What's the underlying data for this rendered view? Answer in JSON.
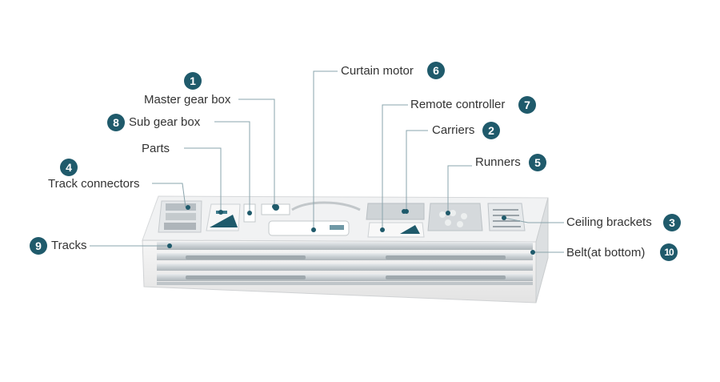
{
  "accent_color": "#1f5a6b",
  "leader_color": "#8aa4ac",
  "callouts": [
    {
      "number": "1",
      "label": "Master gear box"
    },
    {
      "number": "2",
      "label": "Carriers"
    },
    {
      "number": "3",
      "label": "Ceiling brackets"
    },
    {
      "number": "4",
      "label": "Track connectors"
    },
    {
      "number": "5",
      "label": "Runners"
    },
    {
      "number": "6",
      "label": "Curtain motor"
    },
    {
      "number": "7",
      "label": "Remote controller"
    },
    {
      "number": "8",
      "label": "Sub gear box"
    },
    {
      "number": "9",
      "label": "Tracks"
    },
    {
      "number": "10",
      "label": "Belt(at bottom)"
    },
    {
      "number": "",
      "label": "Parts"
    }
  ]
}
